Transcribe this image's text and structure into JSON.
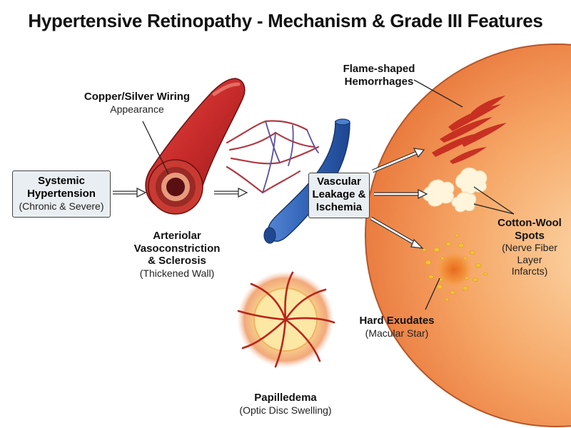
{
  "title": "Hypertensive Retinopathy - Mechanism & Grade III Features",
  "systemic": {
    "l1": "Systemic",
    "l2": "Hypertension",
    "l3": "(Chronic & Severe)"
  },
  "wiring": {
    "l1": "Copper/Silver Wiring",
    "l2": "Appearance"
  },
  "arteriolar": {
    "l1": "Arteriolar",
    "l2": "Vasoconstriction",
    "l3": "& Sclerosis",
    "l4": "(Thickened Wall)"
  },
  "leakage": {
    "l1": "Vascular",
    "l2": "Leakage &",
    "l3": "Ischemia"
  },
  "flame": {
    "l1": "Flame-shaped",
    "l2": "Hemorrhages"
  },
  "cotton": {
    "l1": "Cotton-Wool",
    "l2": "Spots",
    "l3": "(Nerve Fiber",
    "l4": "Layer",
    "l5": "Infarcts)"
  },
  "exudates": {
    "l1": "Hard Exudates",
    "l2": "(Macular Star)"
  },
  "papilledema": {
    "l1": "Papilledema",
    "l2": "(Optic Disc Swelling)"
  },
  "colors": {
    "artery": "#c62a2a",
    "vein": "#2f62b5",
    "retina": "#f39a55",
    "box": "#e9eef2"
  }
}
